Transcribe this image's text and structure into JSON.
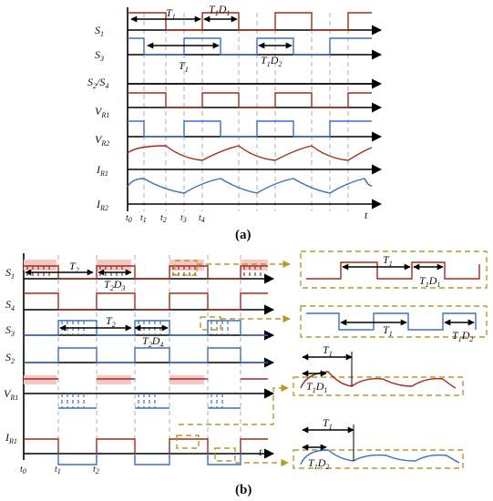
{
  "panel_a": {
    "caption": "(a)",
    "rows": [
      {
        "name": "S",
        "sub": "1"
      },
      {
        "name": "S",
        "sub": "3"
      },
      {
        "name": "S",
        "sub": "2",
        "extra": "/S",
        "extra_sub": "4"
      },
      {
        "name": "V",
        "sub": "R1"
      },
      {
        "name": "V",
        "sub": "R2"
      },
      {
        "name": "I",
        "sub": "R1"
      },
      {
        "name": "I",
        "sub": "R2"
      }
    ],
    "time_ticks": [
      {
        "name": "t",
        "sub": "0"
      },
      {
        "name": "t",
        "sub": "1"
      },
      {
        "name": "t",
        "sub": "2"
      },
      {
        "name": "t",
        "sub": "3"
      },
      {
        "name": "t",
        "sub": "4"
      }
    ],
    "time_axis": "t",
    "dims": {
      "T1": {
        "name": "T",
        "sub": "1"
      },
      "T1D1": {
        "name": "T",
        "sub": "1",
        "name2": "D",
        "sub2": "1"
      },
      "T1D2": {
        "name": "T",
        "sub": "1",
        "name2": "D",
        "sub2": "2"
      }
    }
  },
  "panel_b": {
    "caption": "(b)",
    "rows": [
      {
        "name": "S",
        "sub": "1"
      },
      {
        "name": "S",
        "sub": "4"
      },
      {
        "name": "S",
        "sub": "3"
      },
      {
        "name": "S",
        "sub": "2"
      },
      {
        "name": "V",
        "sub": "R1"
      },
      {
        "name": "I",
        "sub": "R1"
      }
    ],
    "time_ticks": [
      {
        "name": "t",
        "sub": "0"
      },
      {
        "name": "t",
        "sub": "1"
      },
      {
        "name": "t",
        "sub": "2"
      }
    ],
    "time_axis": "t",
    "dims": {
      "T2": {
        "name": "T",
        "sub": "2"
      },
      "T2D3": {
        "name": "T",
        "sub": "2",
        "name2": "D",
        "sub2": "3"
      },
      "T2D4": {
        "name": "T",
        "sub": "2",
        "name2": "D",
        "sub2": "4"
      },
      "T1": {
        "name": "T",
        "sub": "1"
      },
      "T1D1": {
        "name": "T",
        "sub": "1",
        "name2": "D",
        "sub2": "1"
      },
      "T1D2": {
        "name": "T",
        "sub": "1",
        "name2": "D",
        "sub2": "2"
      }
    }
  },
  "colors": {
    "s1": "#a52a1a",
    "s3": "#3a6fc4",
    "zoom": "#b59a2a",
    "axis": "#000000"
  }
}
